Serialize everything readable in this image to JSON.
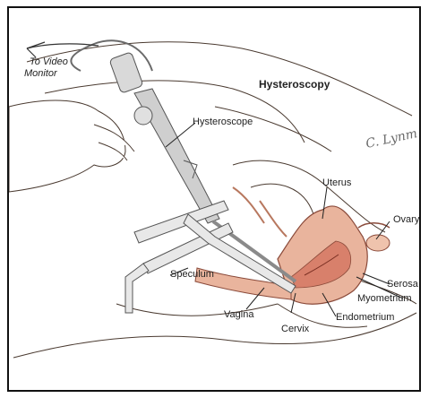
{
  "title": "Hysteroscopy",
  "monitor_label_line1": "To Video",
  "monitor_label_line2": "Monitor",
  "signature": "C. Lynm",
  "labels": {
    "hysteroscope": "Hysteroscope",
    "uterus": "Uterus",
    "ovary": "Ovary",
    "speculum": "Speculum",
    "serosa": "Serosa",
    "myometrium": "Myometrium",
    "endometrium": "Endometrium",
    "vagina": "Vagina",
    "cervix": "Cervix"
  },
  "colors": {
    "tissue": "#e9b49d",
    "tissue_dark": "#c7735f",
    "ink": "#3b2a20",
    "instrument": "#cfcfcf"
  }
}
